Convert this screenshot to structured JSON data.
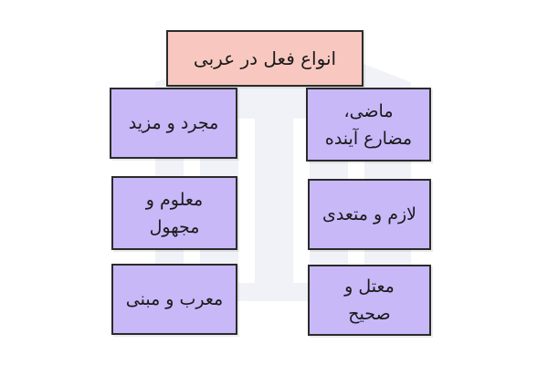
{
  "diagram": {
    "title": "انواع فعل در عربی",
    "items": [
      "مجرد و مزید",
      "ماضی، مضارع آینده",
      "معلوم و مجهول",
      "لازم و متعدی",
      "معرب و مبنی",
      "معتل و صحیح"
    ]
  },
  "colors": {
    "title_fill": "#f8c8c0",
    "item_fill": "#c8b8f8",
    "border": "#2b2b2b"
  }
}
